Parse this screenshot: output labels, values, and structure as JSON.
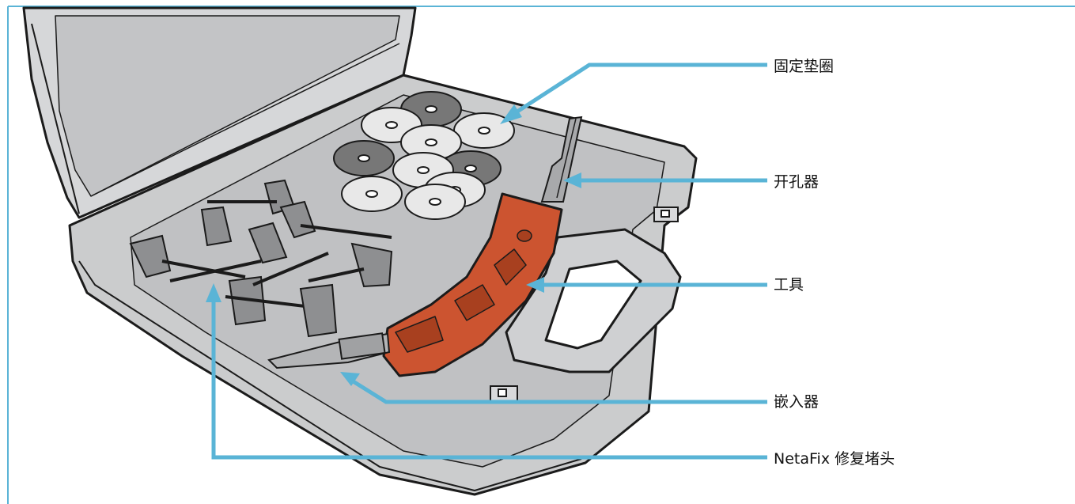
{
  "frame_color": "#5ab4d6",
  "callout_color": "#5ab4d6",
  "handle_color": "#cc5430",
  "case_color": "#c8c9cb",
  "labels": {
    "washers": "固定垫圈",
    "punch": "开孔器",
    "tool": "工具",
    "inserter": "嵌入器",
    "plugs": "NetaFix 修复堵头"
  }
}
